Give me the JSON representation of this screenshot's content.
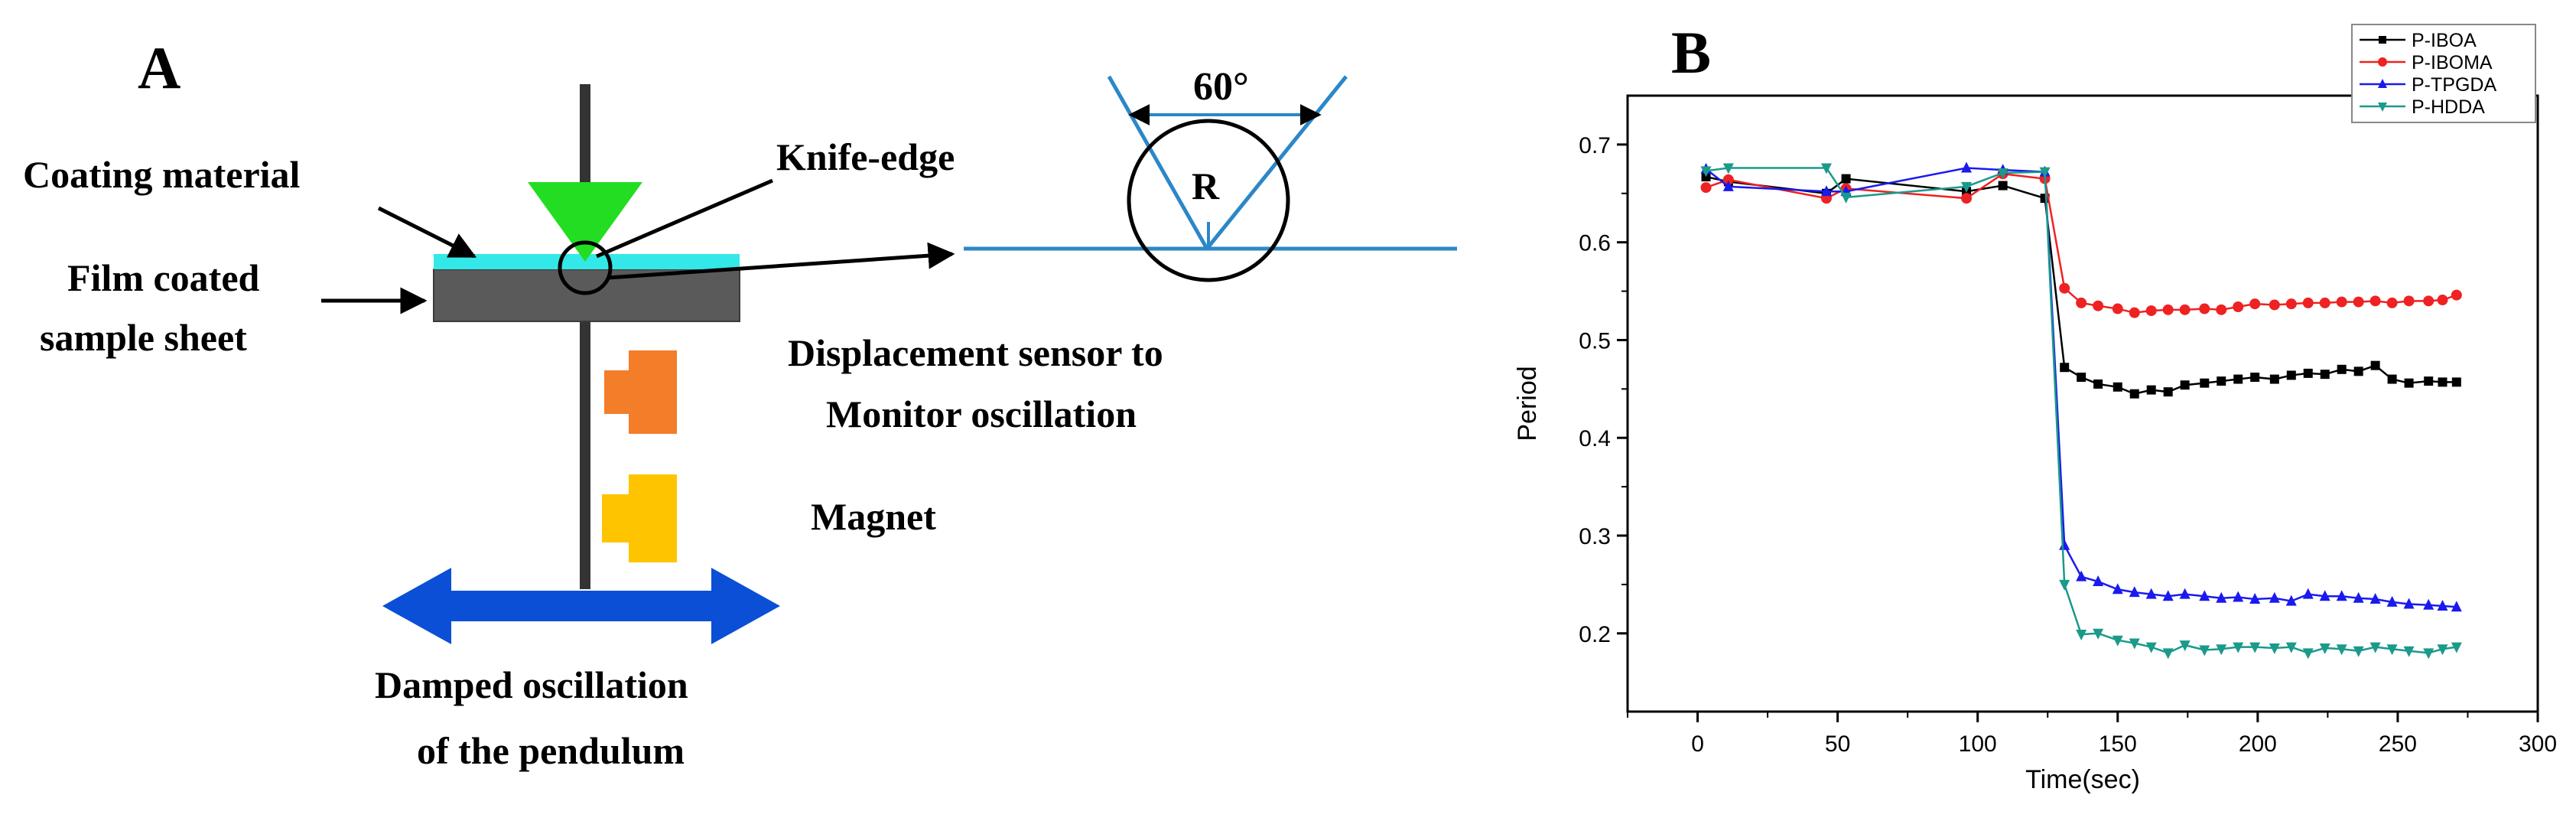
{
  "panel_a": {
    "letter": "A",
    "label_coating": "Coating material",
    "label_film_line1": "Film coated",
    "label_film_line2": "sample sheet",
    "label_knife": "Knife-edge",
    "label_sensor_line1": "Displacement sensor to",
    "label_sensor_line2": "Monitor oscillation",
    "label_magnet": "Magnet",
    "label_damped_line1": "Damped oscillation",
    "label_damped_line2": "of the pendulum",
    "angle_label": "60°",
    "radius_label": "R",
    "colors": {
      "knife": "#22dd22",
      "coating": "#33e8e8",
      "sheet": "#5a5a5a",
      "magnet_top": "#f47d2a",
      "magnet_bottom": "#ffc400",
      "arrow": "#0a4fd6",
      "detail": "#2b87c8"
    }
  },
  "panel_b": {
    "letter": "B"
  },
  "chart_data": {
    "type": "line",
    "xlabel": "Time(sec)",
    "ylabel": "Period",
    "xlim": [
      -25,
      300
    ],
    "ylim": [
      0.12,
      0.75
    ],
    "xticks": [
      0,
      50,
      100,
      150,
      200,
      250,
      300
    ],
    "yticks": [
      0.2,
      0.3,
      0.4,
      0.5,
      0.6,
      0.7
    ],
    "legend_position": "top-right",
    "series": [
      {
        "name": "P-IBOA",
        "color": "#000000",
        "marker": "square",
        "x": [
          3,
          11,
          46,
          53,
          96,
          109,
          124,
          131,
          137,
          143,
          150,
          156,
          162,
          168,
          174,
          181,
          187,
          193,
          199,
          206,
          212,
          218,
          224,
          230,
          236,
          242,
          248,
          254,
          261,
          266,
          271
        ],
        "y": [
          0.667,
          0.662,
          0.65,
          0.665,
          0.652,
          0.658,
          0.645,
          0.472,
          0.462,
          0.455,
          0.452,
          0.445,
          0.449,
          0.447,
          0.454,
          0.456,
          0.458,
          0.46,
          0.462,
          0.46,
          0.464,
          0.466,
          0.465,
          0.47,
          0.468,
          0.474,
          0.46,
          0.456,
          0.458,
          0.457,
          0.457
        ]
      },
      {
        "name": "P-IBOMA",
        "color": "#ee2222",
        "marker": "circle",
        "x": [
          3,
          11,
          46,
          53,
          96,
          109,
          124,
          131,
          137,
          143,
          150,
          156,
          162,
          168,
          174,
          181,
          187,
          193,
          199,
          206,
          212,
          218,
          224,
          230,
          236,
          242,
          248,
          254,
          261,
          266,
          271
        ],
        "y": [
          0.656,
          0.664,
          0.645,
          0.655,
          0.645,
          0.67,
          0.665,
          0.553,
          0.538,
          0.535,
          0.532,
          0.528,
          0.53,
          0.531,
          0.531,
          0.532,
          0.531,
          0.534,
          0.537,
          0.536,
          0.537,
          0.538,
          0.538,
          0.539,
          0.539,
          0.54,
          0.538,
          0.54,
          0.54,
          0.541,
          0.546
        ]
      },
      {
        "name": "P-TPGDA",
        "color": "#1a1aee",
        "marker": "triangle-up",
        "x": [
          3,
          11,
          46,
          53,
          96,
          109,
          124,
          131,
          137,
          143,
          150,
          156,
          162,
          168,
          174,
          181,
          187,
          193,
          199,
          206,
          212,
          218,
          224,
          230,
          236,
          242,
          248,
          254,
          261,
          266,
          271
        ],
        "y": [
          0.675,
          0.657,
          0.652,
          0.652,
          0.676,
          0.674,
          0.672,
          0.29,
          0.258,
          0.253,
          0.245,
          0.242,
          0.24,
          0.238,
          0.24,
          0.238,
          0.236,
          0.237,
          0.235,
          0.236,
          0.233,
          0.24,
          0.238,
          0.238,
          0.236,
          0.235,
          0.232,
          0.23,
          0.229,
          0.228,
          0.227
        ]
      },
      {
        "name": "P-HDDA",
        "color": "#1a9a8a",
        "marker": "triangle-down",
        "x": [
          3,
          11,
          46,
          53,
          96,
          109,
          124,
          131,
          137,
          143,
          150,
          156,
          162,
          168,
          174,
          181,
          187,
          193,
          199,
          206,
          212,
          218,
          224,
          230,
          236,
          242,
          248,
          254,
          261,
          266,
          271
        ],
        "y": [
          0.673,
          0.676,
          0.676,
          0.646,
          0.657,
          0.671,
          0.672,
          0.25,
          0.199,
          0.2,
          0.193,
          0.19,
          0.186,
          0.18,
          0.188,
          0.183,
          0.184,
          0.186,
          0.186,
          0.185,
          0.186,
          0.18,
          0.185,
          0.184,
          0.182,
          0.186,
          0.184,
          0.182,
          0.18,
          0.184,
          0.186
        ]
      }
    ]
  }
}
